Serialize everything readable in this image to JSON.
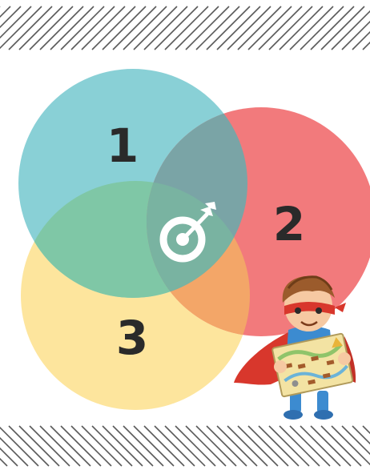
{
  "diagram": {
    "type": "venn",
    "circles": [
      {
        "label": "1",
        "color": "#89d0d6"
      },
      {
        "label": "2",
        "color": "#f27a7c"
      },
      {
        "label": "3",
        "color": "#fde59d"
      }
    ],
    "overlap_colors": {
      "one_two": "#7aa4a6",
      "one_three": "#7fc7a6",
      "two_three": "#f3a668",
      "center": "#79b3a1"
    },
    "center_icon": "target-icon",
    "decorations": [
      "diagonal-stripes-top",
      "diagonal-stripes-bottom",
      "superhero-kid-with-map"
    ],
    "stripe_color": "#5a5a5a"
  }
}
